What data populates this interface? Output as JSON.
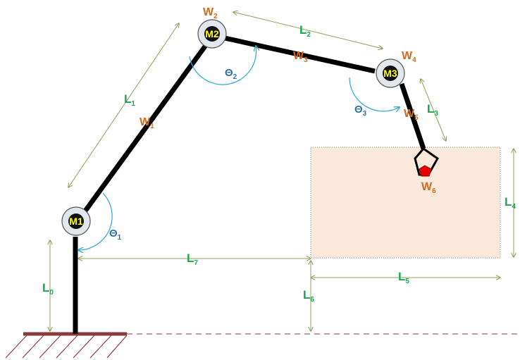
{
  "motors": {
    "m1": "M1",
    "m2": "M2",
    "m3": "M3"
  },
  "lengths": {
    "l0": {
      "base": "L",
      "sub": "0"
    },
    "l1": {
      "base": "L",
      "sub": "1"
    },
    "l2": {
      "base": "L",
      "sub": "2"
    },
    "l3": {
      "base": "L",
      "sub": "3"
    },
    "l4": {
      "base": "L",
      "sub": "4"
    },
    "l5": {
      "base": "L",
      "sub": "5"
    },
    "l6": {
      "base": "L",
      "sub": "6"
    },
    "l7": {
      "base": "L",
      "sub": "7"
    }
  },
  "weights": {
    "w1": {
      "base": "W",
      "sub": "1"
    },
    "w2": {
      "base": "W",
      "sub": "2"
    },
    "w3": {
      "base": "W",
      "sub": "3"
    },
    "w4": {
      "base": "W",
      "sub": "4"
    },
    "w5": {
      "base": "W",
      "sub": "5"
    },
    "w6": {
      "base": "W",
      "sub": "6"
    }
  },
  "angles": {
    "t1": {
      "base": "Θ",
      "sub": "1"
    },
    "t2": {
      "base": "Θ",
      "sub": "2"
    },
    "t3": {
      "base": "Θ",
      "sub": "3"
    }
  },
  "colors": {
    "dimension_label": "#1aa84a",
    "weight_label": "#d2691e",
    "angle_label": "#2f6fa8",
    "angle_arc": "#29a7d8",
    "dimension_line": "#8aa35a",
    "arm": "#000000",
    "motor_center": "#ffff00",
    "workspace_fill": "#fbe9dc",
    "ground": "#8b3a3a",
    "gripper_object": "#e60000"
  }
}
